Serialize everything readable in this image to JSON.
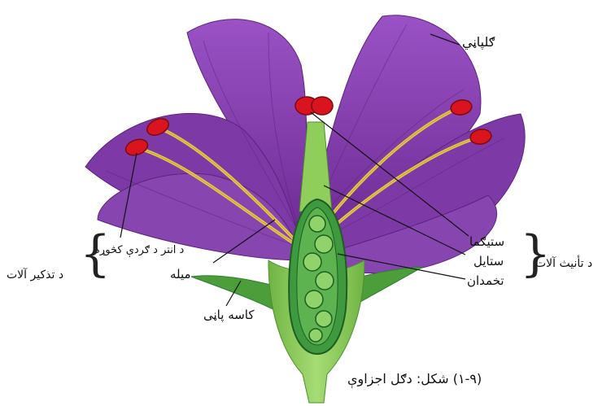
{
  "diagram": {
    "labels": {
      "corolla": "ګلپاڼي",
      "anther": "د انتر د ګردې کڅوړه",
      "male_group": "د تذکير آلات",
      "filament": "ميله",
      "calyx": "کاسه پاڼی",
      "stigma": "ستيګما",
      "style": "ستايل",
      "ovary": "تخمدان",
      "female_group": "د تأنيث آلات",
      "caption": "(۱-۹) شکل: دګل اجزاوې"
    },
    "colors": {
      "petal": "#8a3fb0",
      "petal_dark": "#5e2180",
      "stem_green": "#8fce5a",
      "dark_green": "#2e7d32",
      "anther_red": "#d9141f",
      "filament_yellow": "#e8c84a"
    }
  }
}
